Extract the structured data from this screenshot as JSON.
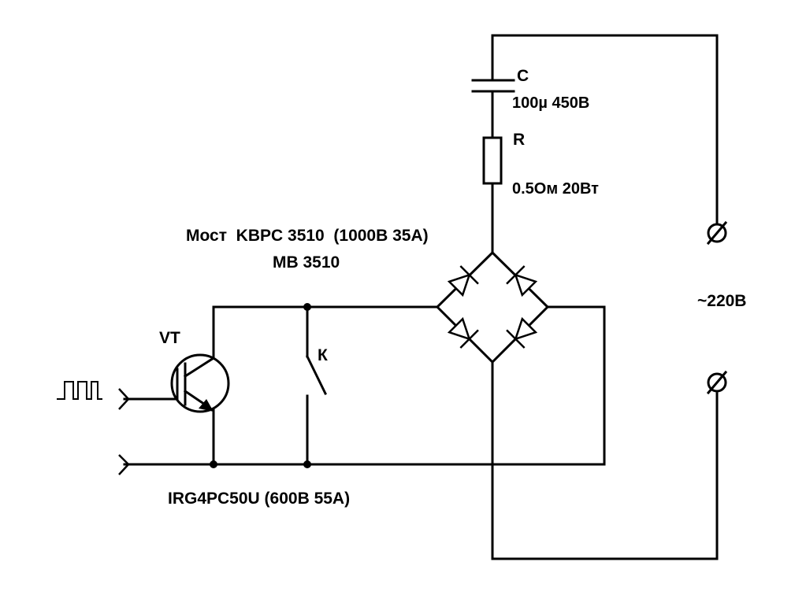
{
  "capacitor": {
    "ref": "C",
    "value": "100µ 450В"
  },
  "resistor": {
    "ref": "R",
    "value": "0.5Ом 20Вт"
  },
  "bridge": {
    "line1": "Мост  KBPC 3510  (1000В 35А)",
    "line2": "MB 3510"
  },
  "transistor": {
    "ref": "VT",
    "part": "IRG4PC50U (600В 55А)"
  },
  "switch": {
    "ref": "К"
  },
  "mains": {
    "label": "~220В"
  },
  "icons": [
    "pulse-signal-icon",
    "input-arrow-icon",
    "igbt-icon",
    "diode-icon",
    "terminal-icon",
    "junction-dot-icon"
  ]
}
